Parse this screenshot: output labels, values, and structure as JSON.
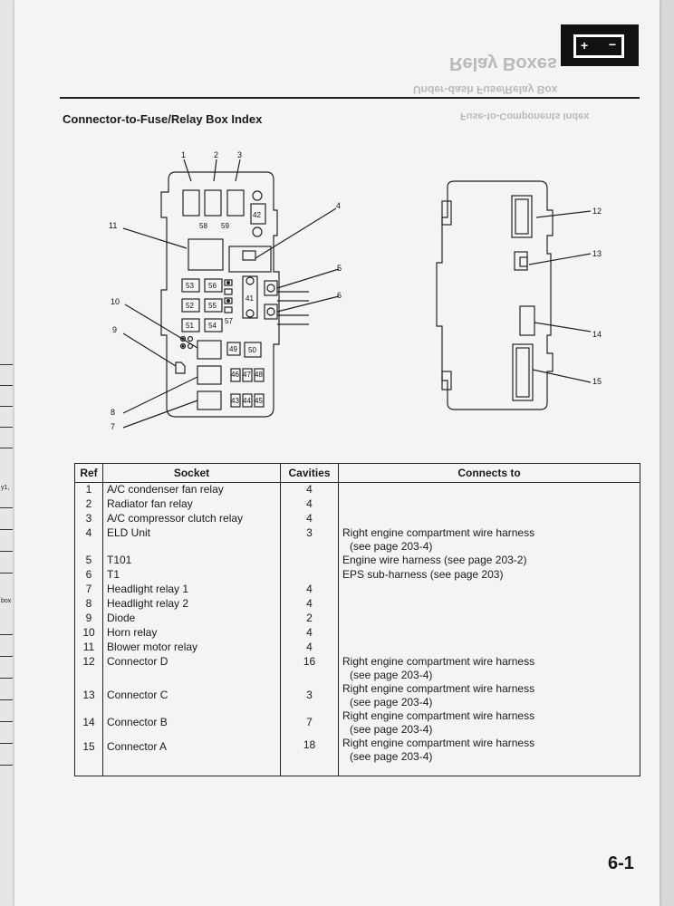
{
  "header": {
    "battery_plus": "+",
    "battery_minus": "−",
    "bleed_title": "Relay Boxes",
    "bleed_subtitle": "Under-dash Fuse/Relay Box",
    "bleed_index": "Fuse-to-Components Index"
  },
  "section_title": "Connector-to-Fuse/Relay Box Index",
  "diagram": {
    "callouts": [
      "1",
      "2",
      "3",
      "4",
      "5",
      "6",
      "7",
      "8",
      "9",
      "10",
      "11",
      "12",
      "13",
      "14",
      "15"
    ],
    "fuse_numbers": [
      "58",
      "59",
      "42",
      "53",
      "56",
      "52",
      "55",
      "51",
      "54",
      "57",
      "41",
      "49",
      "50",
      "46",
      "47",
      "48",
      "43",
      "44",
      "45"
    ]
  },
  "table": {
    "headers": {
      "ref": "Ref",
      "socket": "Socket",
      "cavities": "Cavities",
      "connects_to": "Connects to"
    },
    "rows": [
      {
        "ref": "1",
        "socket": "A/C condenser fan relay",
        "cavities": "4",
        "connects": "",
        "sub": ""
      },
      {
        "ref": "2",
        "socket": "Radiator fan relay",
        "cavities": "4",
        "connects": "",
        "sub": ""
      },
      {
        "ref": "3",
        "socket": "A/C compressor clutch relay",
        "cavities": "4",
        "connects": "",
        "sub": ""
      },
      {
        "ref": "4",
        "socket": "ELD Unit",
        "cavities": "3",
        "connects": "Right engine compartment wire harness",
        "sub": "(see page 203-4)"
      },
      {
        "ref": "5",
        "socket": "T101",
        "cavities": "",
        "connects": "Engine wire harness (see page 203-2)",
        "sub": ""
      },
      {
        "ref": "6",
        "socket": "T1",
        "cavities": "",
        "connects": "EPS sub-harness (see page 203)",
        "sub": ""
      },
      {
        "ref": "7",
        "socket": "Headlight relay 1",
        "cavities": "4",
        "connects": "",
        "sub": ""
      },
      {
        "ref": "8",
        "socket": "Headlight relay 2",
        "cavities": "4",
        "connects": "",
        "sub": ""
      },
      {
        "ref": "9",
        "socket": "Diode",
        "cavities": "2",
        "connects": "",
        "sub": ""
      },
      {
        "ref": "10",
        "socket": "Horn relay",
        "cavities": "4",
        "connects": "",
        "sub": ""
      },
      {
        "ref": "11",
        "socket": "Blower motor relay",
        "cavities": "4",
        "connects": "",
        "sub": ""
      },
      {
        "ref": "12",
        "socket": "Connector D",
        "cavities": "16",
        "connects": "Right engine compartment wire harness",
        "sub": "(see page 203-4)"
      },
      {
        "ref": "13",
        "socket": "Connector C",
        "cavities": "3",
        "connects": "Right engine compartment wire harness",
        "sub": "(see page 203-4)"
      },
      {
        "ref": "14",
        "socket": "Connector B",
        "cavities": "7",
        "connects": "Right engine compartment wire harness",
        "sub": "(see page 203-4)"
      },
      {
        "ref": "15",
        "socket": "Connector A",
        "cavities": "18",
        "connects": "Right engine compartment wire harness",
        "sub": "(see page 203-4)"
      }
    ]
  },
  "page_number": "6-1",
  "edge_marks": [
    "y1,",
    "box"
  ]
}
